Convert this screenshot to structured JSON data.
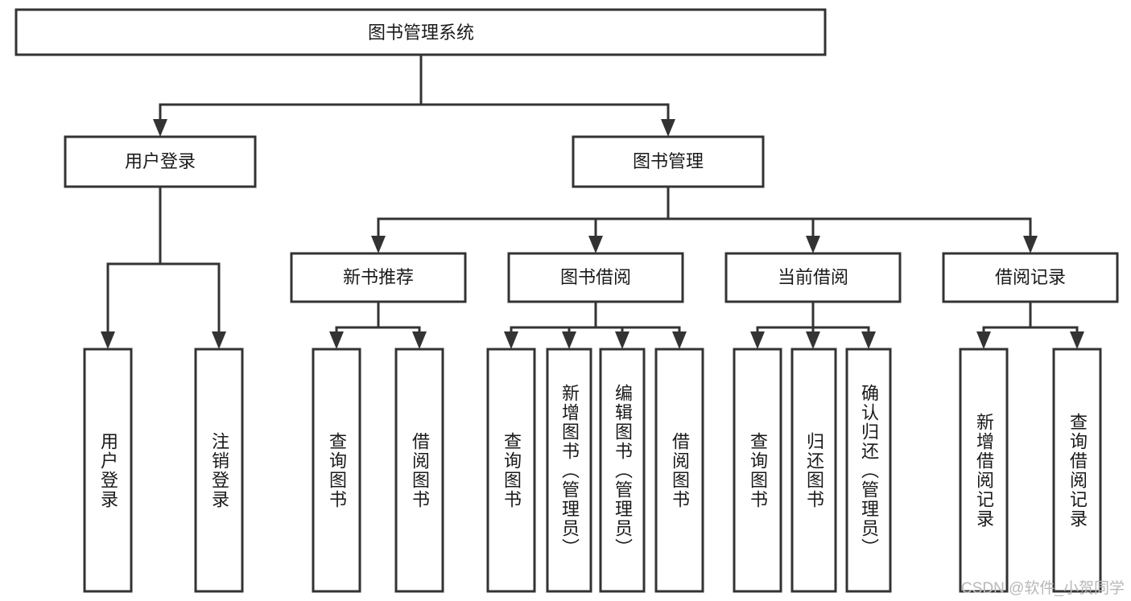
{
  "diagram": {
    "title_node": {
      "label": "图书管理系统"
    },
    "level2": [
      {
        "id": "user-login",
        "label": "用户登录"
      },
      {
        "id": "book-management",
        "label": "图书管理"
      }
    ],
    "level3": [
      {
        "id": "new-book-recommend",
        "label": "新书推荐"
      },
      {
        "id": "book-borrow",
        "label": "图书借阅"
      },
      {
        "id": "current-borrow",
        "label": "当前借阅"
      },
      {
        "id": "borrow-record",
        "label": "借阅记录"
      }
    ],
    "leaves": [
      {
        "id": "leaf-user-login",
        "label": "用户登录",
        "parent": "user-login"
      },
      {
        "id": "leaf-logout",
        "label": "注销登录",
        "parent": "user-login"
      },
      {
        "id": "leaf-query-book-1",
        "label": "查询图书",
        "parent": "new-book-recommend"
      },
      {
        "id": "leaf-borrow-book-1",
        "label": "借阅图书",
        "parent": "new-book-recommend"
      },
      {
        "id": "leaf-query-book-2",
        "label": "查询图书",
        "parent": "book-borrow"
      },
      {
        "id": "leaf-add-book",
        "label": "新增图书（管理员）",
        "parent": "book-borrow"
      },
      {
        "id": "leaf-edit-book",
        "label": "编辑图书（管理员）",
        "parent": "book-borrow"
      },
      {
        "id": "leaf-borrow-book-2",
        "label": "借阅图书",
        "parent": "book-borrow"
      },
      {
        "id": "leaf-query-book-3",
        "label": "查询图书",
        "parent": "current-borrow"
      },
      {
        "id": "leaf-return-book",
        "label": "归还图书",
        "parent": "current-borrow"
      },
      {
        "id": "leaf-confirm-return",
        "label": "确认归还（管理员）",
        "parent": "current-borrow"
      },
      {
        "id": "leaf-add-record",
        "label": "新增借阅记录",
        "parent": "borrow-record"
      },
      {
        "id": "leaf-query-record",
        "label": "查询借阅记录",
        "parent": "borrow-record"
      }
    ],
    "watermark": "CSDN @软件_小贺同学",
    "colors": {
      "stroke": "#333333",
      "fill": "#ffffff",
      "text": "#1a1a1a",
      "watermark": "#b8b8b8"
    }
  }
}
